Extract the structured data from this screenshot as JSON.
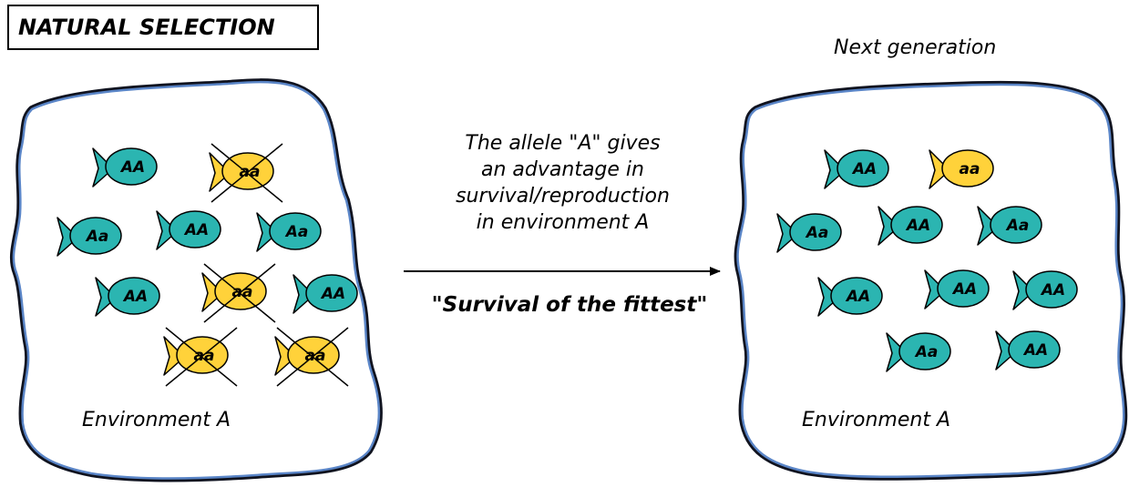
{
  "title": "NATURAL SELECTION",
  "next_generation_label": "Next generation",
  "environment_left": {
    "label": "Environment A"
  },
  "environment_right": {
    "label": "Environment A"
  },
  "explanation_lines": [
    "The allele \"A\" gives",
    "an advantage in",
    "survival/reproduction",
    "in environment A"
  ],
  "slogan": "\"Survival of the fittest\"",
  "colors": {
    "dominant_fish": "#2bb5b1",
    "recessive_fish": "#ffd23a",
    "blob_outline_outer": "#10131f",
    "blob_outline_inner": "#5a85c7"
  },
  "fish_left": [
    {
      "genotype": "AA",
      "eliminated": false
    },
    {
      "genotype": "aa",
      "eliminated": true
    },
    {
      "genotype": "Aa",
      "eliminated": false
    },
    {
      "genotype": "AA",
      "eliminated": false
    },
    {
      "genotype": "Aa",
      "eliminated": false
    },
    {
      "genotype": "AA",
      "eliminated": false
    },
    {
      "genotype": "aa",
      "eliminated": true
    },
    {
      "genotype": "AA",
      "eliminated": false
    },
    {
      "genotype": "aa",
      "eliminated": true
    },
    {
      "genotype": "aa",
      "eliminated": true
    }
  ],
  "fish_right": [
    {
      "genotype": "AA",
      "eliminated": false
    },
    {
      "genotype": "aa",
      "eliminated": false
    },
    {
      "genotype": "Aa",
      "eliminated": false
    },
    {
      "genotype": "AA",
      "eliminated": false
    },
    {
      "genotype": "Aa",
      "eliminated": false
    },
    {
      "genotype": "AA",
      "eliminated": false
    },
    {
      "genotype": "AA",
      "eliminated": false
    },
    {
      "genotype": "AA",
      "eliminated": false
    },
    {
      "genotype": "Aa",
      "eliminated": false
    },
    {
      "genotype": "AA",
      "eliminated": false
    }
  ]
}
